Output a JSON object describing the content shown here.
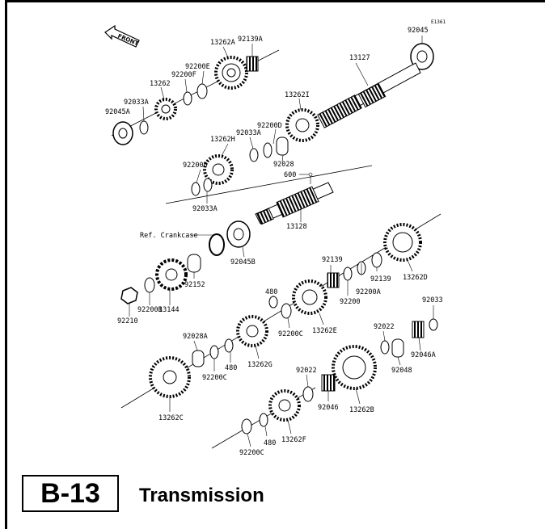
{
  "section_code": "B-13",
  "section_title": "Transmission",
  "diagram_code": "E1361",
  "front_label": "FRONT",
  "ref_label": "Ref. Crankcase",
  "parts": [
    "92045",
    "13127",
    "92139A",
    "13262A",
    "92200E",
    "92200F",
    "13262",
    "92033A",
    "92045A",
    "13262I",
    "92200D",
    "92033A",
    "13262H",
    "92028",
    "600",
    "92200D",
    "92033A",
    "13128",
    "92045B",
    "92152",
    "13144",
    "92200B",
    "92210",
    "92139",
    "92200",
    "92200A",
    "92139",
    "13262D",
    "480",
    "92200C",
    "13262E",
    "92033",
    "92022",
    "92046A",
    "92048",
    "92028A",
    "92200C",
    "480",
    "13262G",
    "13262C",
    "92022",
    "92046",
    "13262B",
    "13262F",
    "480",
    "92200C"
  ]
}
